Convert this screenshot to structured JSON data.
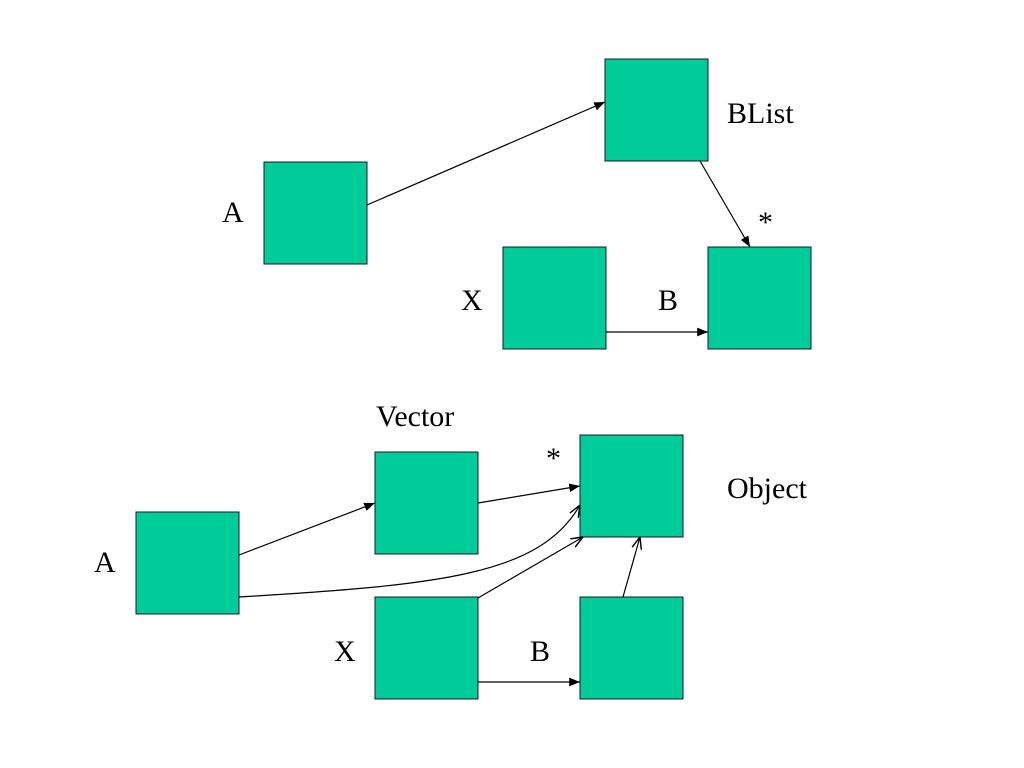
{
  "colors": {
    "node_fill": "#00cc99",
    "node_stroke": "#1a1a1a",
    "edge": "#000000",
    "background": "#ffffff"
  },
  "top_diagram": {
    "label_a": "A",
    "label_blist": "BList",
    "label_star": "*",
    "label_x": "X",
    "label_b": "B"
  },
  "bottom_diagram": {
    "label_vector": "Vector",
    "label_star": "*",
    "label_object": "Object",
    "label_a": "A",
    "label_x": "X",
    "label_b": "B"
  }
}
